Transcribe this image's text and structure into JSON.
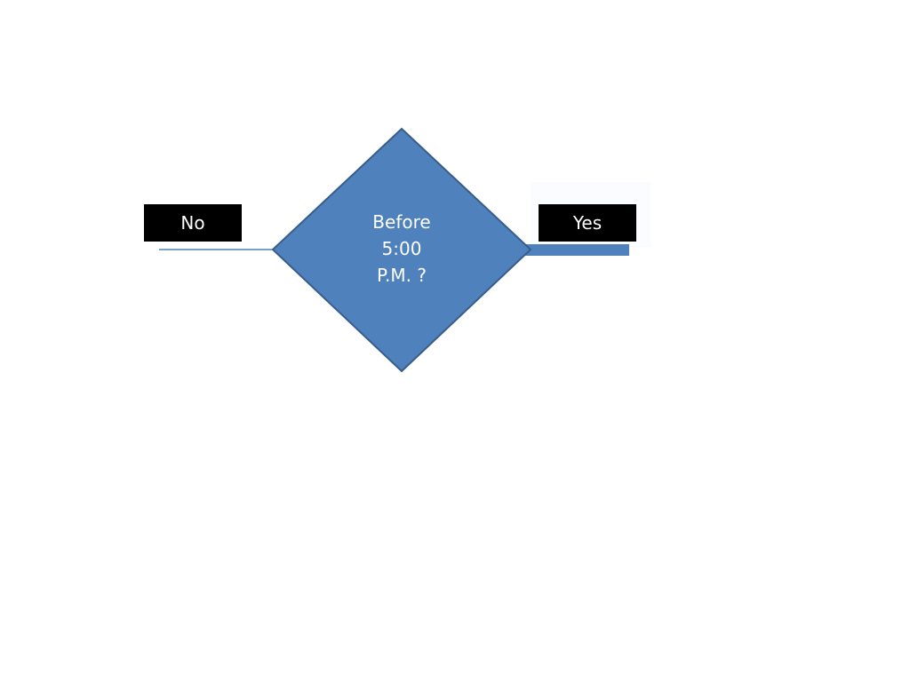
{
  "decision": {
    "text": "Before\n5:00\nP.M. ?"
  },
  "branches": {
    "no_label": "No",
    "yes_label": "Yes"
  },
  "colors": {
    "shape_fill": "#4F81BD",
    "shape_stroke": "#385D8A",
    "label_bg": "#000000",
    "label_text": "#FFFFFF"
  }
}
